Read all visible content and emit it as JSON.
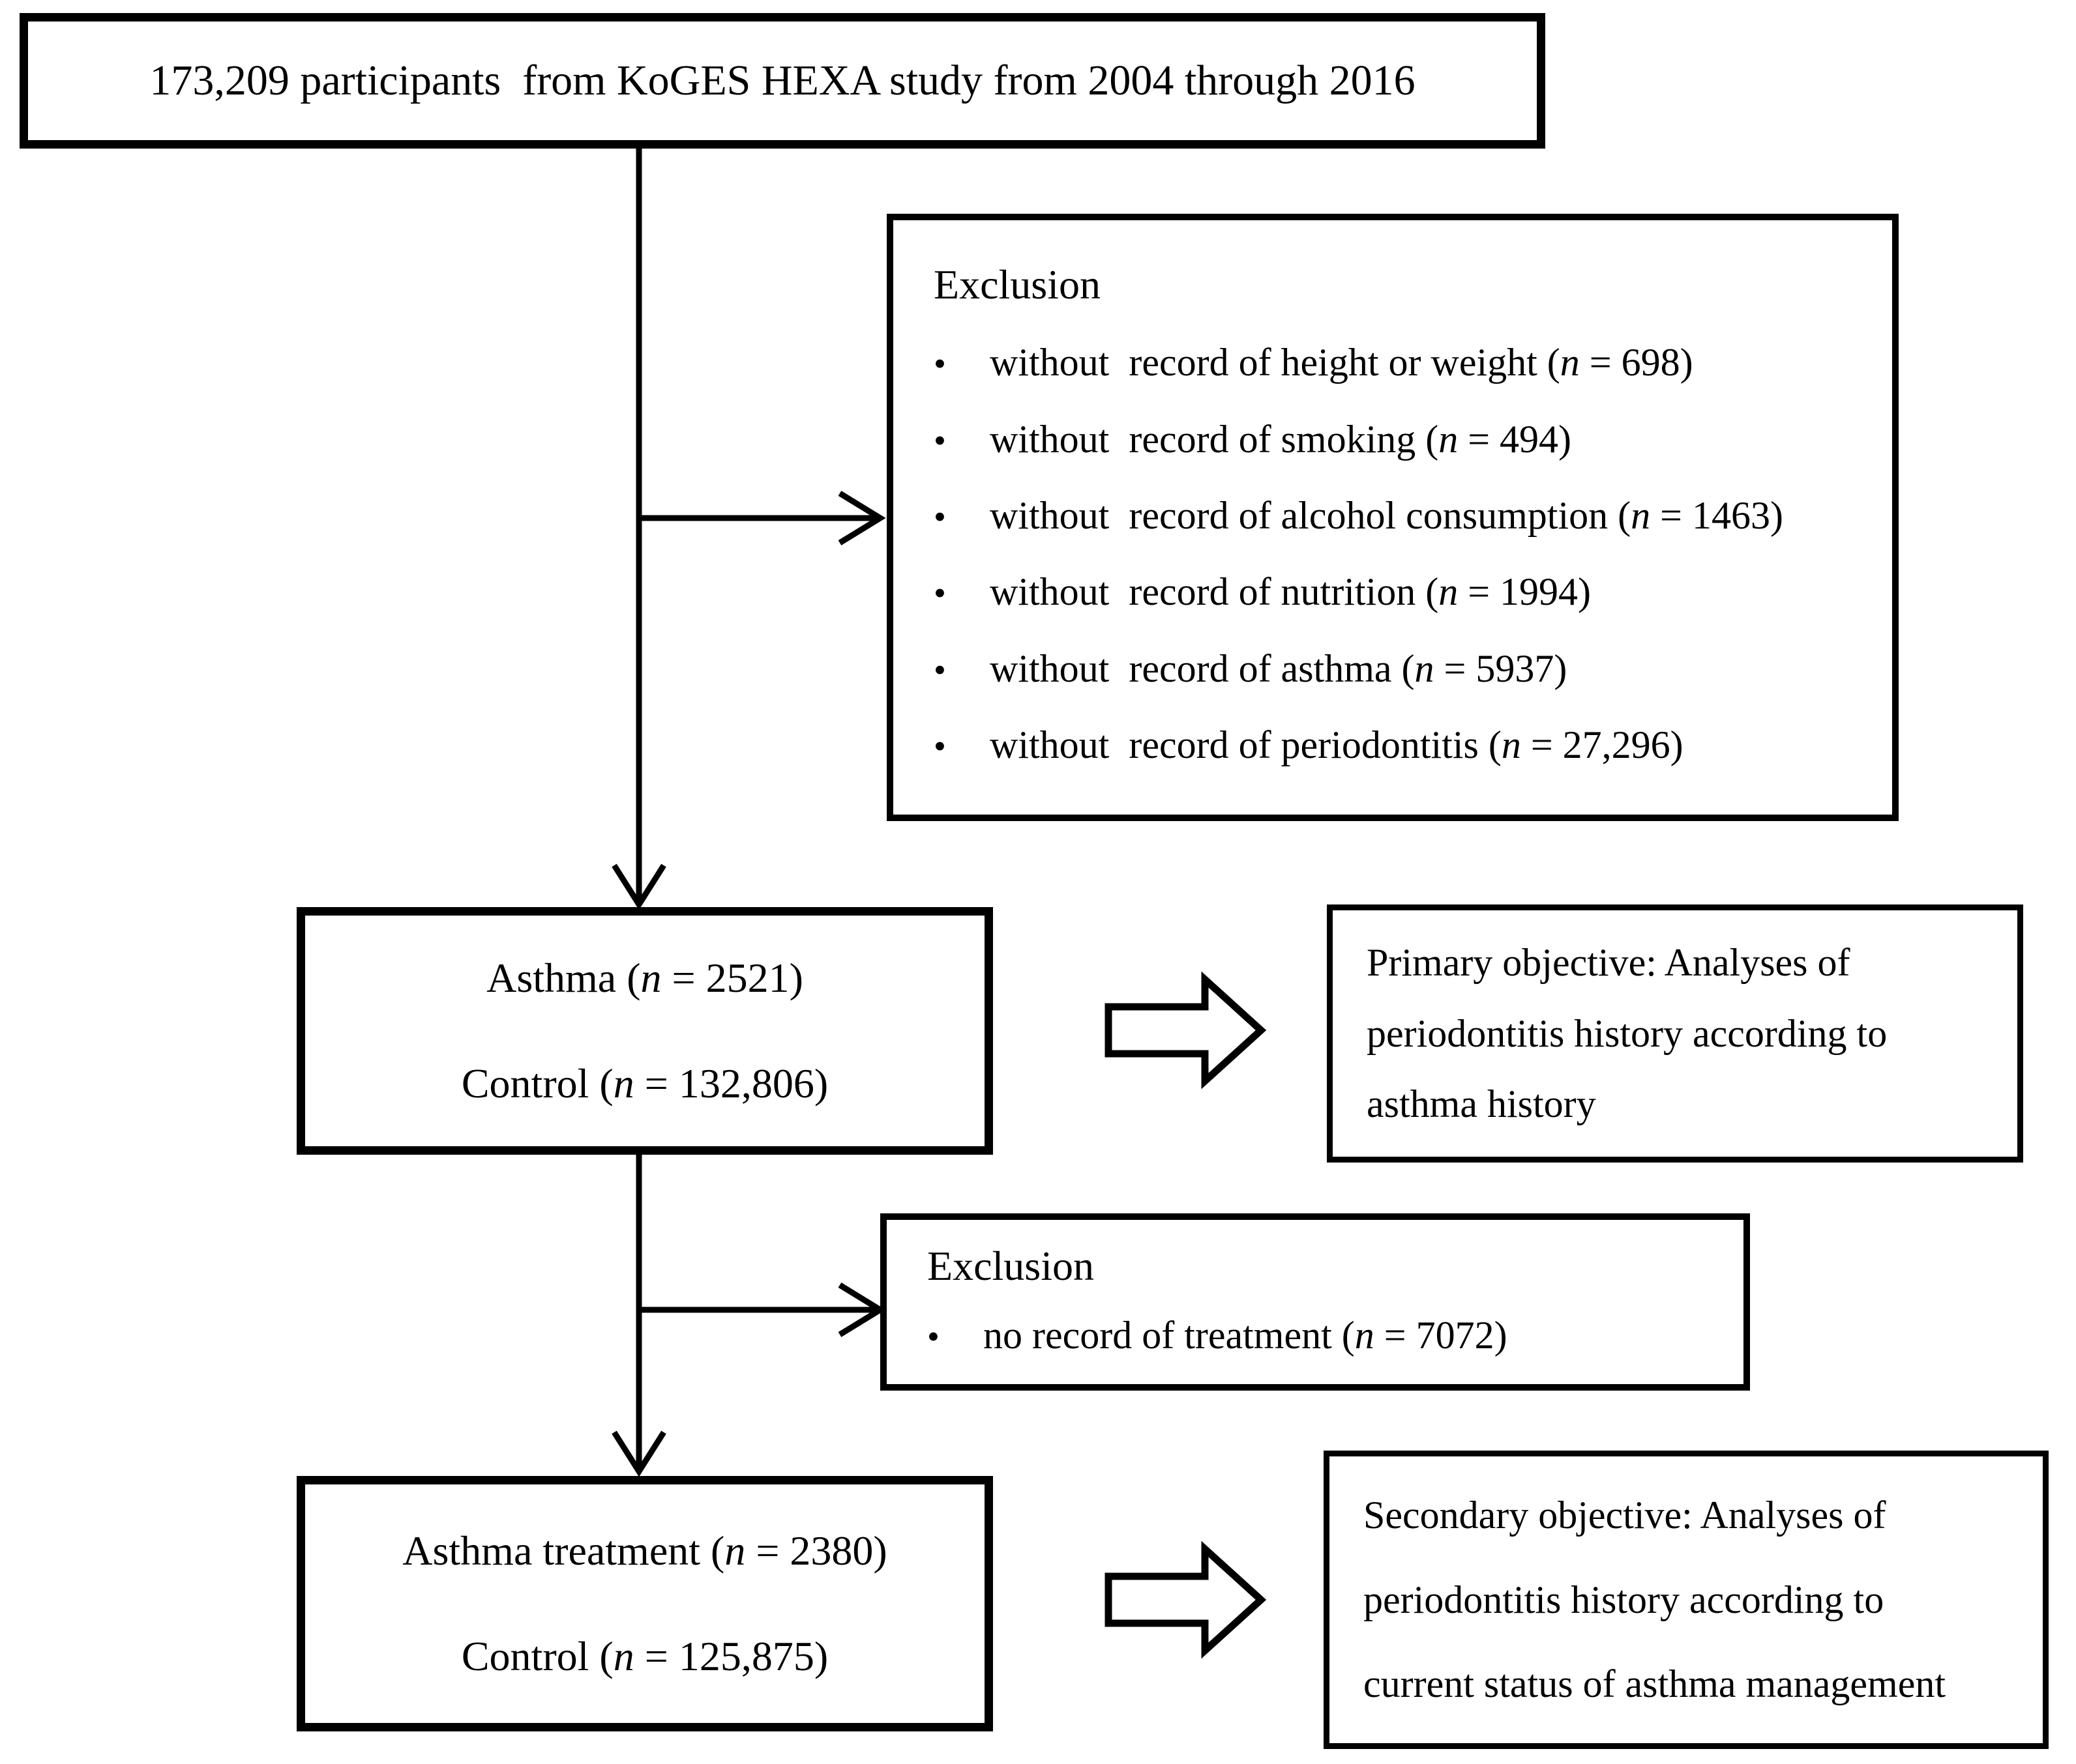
{
  "glyphs": {
    "bullet": "•"
  },
  "colors": {
    "ink": "#000000",
    "paper": "#ffffff"
  },
  "boxes": {
    "participants": {
      "text": "173,209 participants  from KoGES HEXA study from 2004 through 2016"
    },
    "exclusion1": {
      "title": "Exclusion",
      "bullets": [
        "without  record of height or weight (n = 698)",
        "without  record of smoking (n = 494)",
        "without  record of alcohol consumption (n = 1463)",
        "without  record of nutrition (n = 1994)",
        "without  record of asthma (n = 5937)",
        "without  record of periodontitis (n = 27,296)"
      ]
    },
    "cohort1": {
      "lines": [
        "Asthma (n = 2521)",
        "Control (n = 132,806)"
      ]
    },
    "primary_objective": {
      "lines": [
        "Primary objective: Analyses of",
        "periodontitis history according to",
        "asthma history"
      ]
    },
    "exclusion2": {
      "title": "Exclusion",
      "bullets": [
        "no record of treatment (n = 7072)"
      ]
    },
    "cohort2": {
      "lines": [
        "Asthma treatment (n = 2380)",
        "Control (n = 125,875)"
      ]
    },
    "secondary_objective": {
      "lines": [
        "Secondary objective: Analyses of",
        "periodontitis history according to",
        "current status of asthma management"
      ]
    }
  }
}
